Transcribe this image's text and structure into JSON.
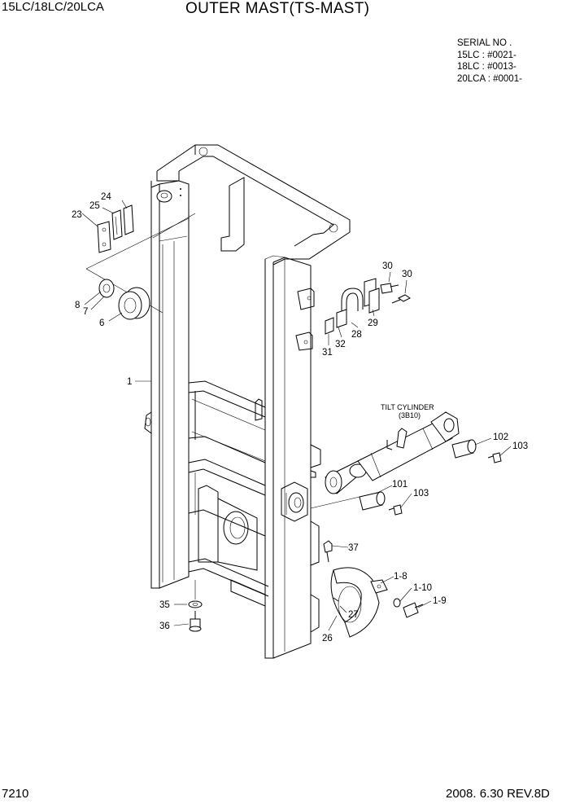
{
  "header": {
    "model": "15LC/18LC/20LCA",
    "title": "OUTER MAST(TS-MAST)"
  },
  "serial": {
    "heading": "SERIAL NO .",
    "lines": [
      "15LC : #0021-",
      "18LC : #0013-",
      "20LCA : #0001-"
    ]
  },
  "footer": {
    "page": "7210",
    "date_rev": "2008. 6.30  REV.8D"
  },
  "tilt_cylinder": {
    "label": "TILT CYLINDER",
    "ref": "(3B10)"
  },
  "callouts": {
    "c1": "1",
    "c6": "6",
    "c7": "7",
    "c8": "8",
    "c23": "23",
    "c24": "24",
    "c25": "25",
    "c26": "26",
    "c27": "27",
    "c28": "28",
    "c29": "29",
    "c30a": "30",
    "c30b": "30",
    "c31": "31",
    "c32": "32",
    "c35": "35",
    "c36": "36",
    "c37": "37",
    "c101": "101",
    "c102": "102",
    "c103a": "103",
    "c103b": "103",
    "c1_8": "1-8",
    "c1_9": "1-9",
    "c1_10": "1-10"
  }
}
